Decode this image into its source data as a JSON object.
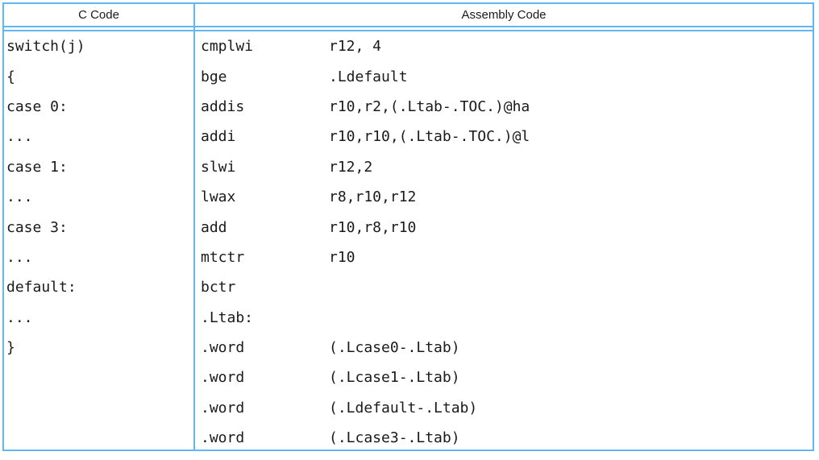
{
  "colors": {
    "border_blue": "#62b6f2",
    "text": "#1a1a1a",
    "background": "#ffffff"
  },
  "table": {
    "headers": [
      "C Code",
      "Assembly Code"
    ],
    "c_code": [
      "switch(j)",
      "{",
      "case 0:",
      "...",
      "case 1:",
      "...",
      "case 3:",
      "...",
      "default:",
      "...",
      "}"
    ],
    "assembly": [
      {
        "mnemonic": "cmplwi",
        "operands": "r12, 4"
      },
      {
        "mnemonic": "bge",
        "operands": ".Ldefault"
      },
      {
        "mnemonic": "addis",
        "operands": "r10,r2,(.Ltab-.TOC.)@ha"
      },
      {
        "mnemonic": "addi",
        "operands": "r10,r10,(.Ltab-.TOC.)@l"
      },
      {
        "mnemonic": "slwi",
        "operands": "r12,2"
      },
      {
        "mnemonic": "lwax",
        "operands": "r8,r10,r12"
      },
      {
        "mnemonic": "add",
        "operands": "r10,r8,r10"
      },
      {
        "mnemonic": "mtctr",
        "operands": "r10"
      },
      {
        "mnemonic": "bctr",
        "operands": ""
      },
      {
        "mnemonic": ".Ltab:",
        "operands": ""
      },
      {
        "mnemonic": ".word",
        "operands": "(.Lcase0-.Ltab)"
      },
      {
        "mnemonic": ".word",
        "operands": "(.Lcase1-.Ltab)"
      },
      {
        "mnemonic": ".word",
        "operands": "(.Ldefault-.Ltab)"
      },
      {
        "mnemonic": ".word",
        "operands": "(.Lcase3-.Ltab)"
      }
    ]
  }
}
